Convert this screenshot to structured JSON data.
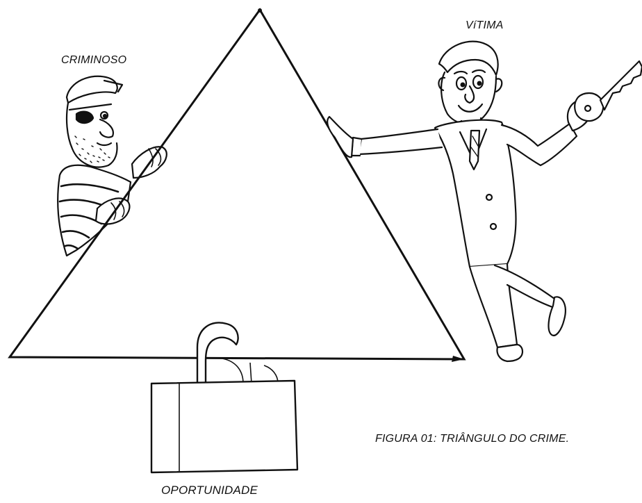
{
  "labels": {
    "criminoso": "CRIMINOSO",
    "vitima": "VíTIMA",
    "oportunidade": "OPORTUNIDADE",
    "caption": "FIGURA 01: TRIÂNGULO DO CRIME."
  },
  "colors": {
    "ink": "#111111",
    "background": "#ffffff"
  },
  "icons": {
    "criminal": "criminal-figure-icon",
    "victim": "victim-figure-icon",
    "key": "key-icon",
    "padlock": "padlock-icon"
  }
}
